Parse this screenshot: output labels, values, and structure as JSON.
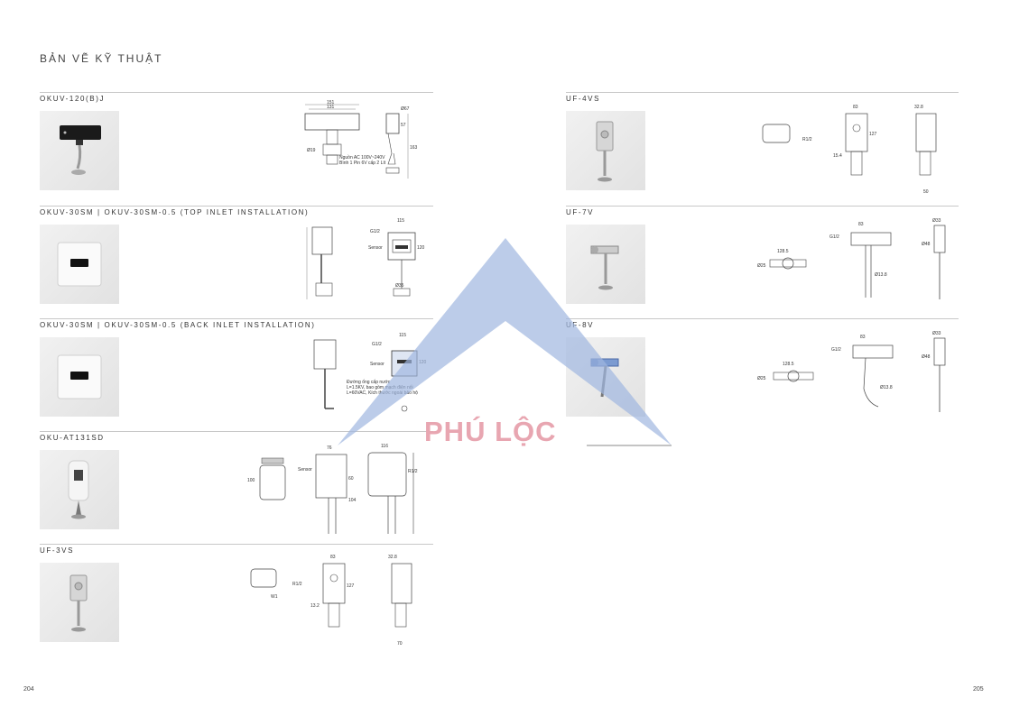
{
  "page_title": "BẢN VẼ KỸ THUẬT",
  "page_numbers": {
    "left": "204",
    "right": "205"
  },
  "watermark": {
    "text": "PHÚ LỘC",
    "colors": {
      "arrow": "#9fb6df",
      "text": "#e8a6b1"
    }
  },
  "sections": {
    "okuv_120bj": {
      "title": "OKUV-120(B)J"
    },
    "okuv_30sm_top": {
      "title": "OKUV-30SM | OKUV-30SM-0.5 (TOP INLET INSTALLATION)"
    },
    "okuv_30sm_back": {
      "title": "OKUV-30SM | OKUV-30SM-0.5 (BACK INLET INSTALLATION)"
    },
    "oku_at131sd": {
      "title": "OKU-AT131SD"
    },
    "uf_3vs": {
      "title": "UF-3VS"
    },
    "uf_4vs": {
      "title": "UF-4VS"
    },
    "uf_7v": {
      "title": "UF-7V"
    },
    "uf_8v": {
      "title": "UF-8V"
    }
  },
  "drawing_labels": {
    "okuv_120bj": {
      "w1": "151",
      "w2": "131",
      "d1": "57",
      "h1": "163",
      "d2": "Ø19",
      "b1": "Ø67",
      "notes": [
        "Nguồn AC 100V~240V",
        "Bình 1 Pin 6V cấp 2 Lít"
      ]
    },
    "okuv_30sm_top": {
      "g": "G1/2",
      "s": "Sensor",
      "a": "120",
      "b": "115",
      "c": "Ø35"
    },
    "okuv_30sm_back": {
      "g": "G1/2",
      "s": "Sensor",
      "a": "120",
      "b": "115",
      "notes": [
        "Đường ống cấp nước",
        "L=1.5KV, bao gồm mạch điện nối",
        "L=60VAC, Kích thước ngoài bảo hộ"
      ]
    },
    "oku_at131sd": {
      "a": "100",
      "b": "76",
      "c": "116",
      "d": "104",
      "e": "60",
      "f": "R1/2",
      "s": "Sensor"
    },
    "uf_3vs": {
      "a": "83",
      "b": "127",
      "c": "32.8",
      "d": "13.2",
      "e": "R1/2",
      "f": "70",
      "g": "W1"
    },
    "uf_4vs": {
      "a": "83",
      "b": "32.8",
      "c": "127",
      "d": "R1/2",
      "e": "50",
      "f": "15.4"
    },
    "uf_7v": {
      "a": "83",
      "b": "Ø33",
      "c": "Ø48",
      "d": "G1/2",
      "e": "Ø25",
      "f": "128.5",
      "g": "Ø13.8"
    },
    "uf_8v": {
      "a": "83",
      "b": "Ø33",
      "c": "Ø48",
      "d": "G1/2",
      "e": "Ø25",
      "f": "128.5",
      "g": "Ø13.8"
    }
  }
}
